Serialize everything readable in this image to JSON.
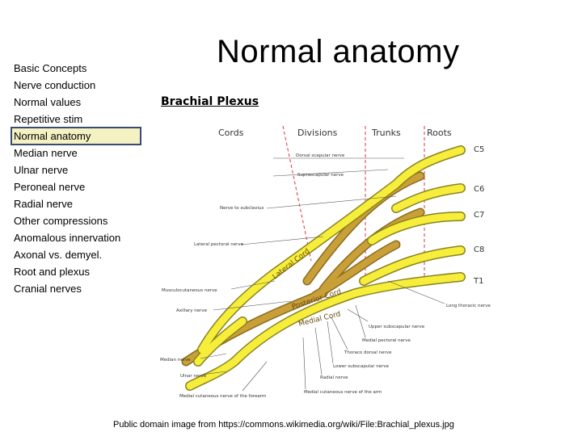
{
  "sidebar": {
    "items": [
      {
        "label": "Basic Concepts",
        "active": false
      },
      {
        "label": "Nerve conduction",
        "active": false
      },
      {
        "label": "Normal values",
        "active": false
      },
      {
        "label": "Repetitive stim",
        "active": false
      },
      {
        "label": "Normal anatomy",
        "active": true
      },
      {
        "label": "Median nerve",
        "active": false
      },
      {
        "label": "Ulnar nerve",
        "active": false
      },
      {
        "label": "Peroneal nerve",
        "active": false
      },
      {
        "label": "Radial nerve",
        "active": false
      },
      {
        "label": "Other compressions",
        "active": false
      },
      {
        "label": "Anomalous innervation",
        "active": false
      },
      {
        "label": "Axonal vs. demyel.",
        "active": false
      },
      {
        "label": "Root and plexus",
        "active": false
      },
      {
        "label": "Cranial nerves",
        "active": false
      }
    ],
    "highlight_color": "#f4f1c2",
    "highlight_border": "#3a4a78"
  },
  "page": {
    "title": "Normal anatomy",
    "subtitle": "Brachial Plexus",
    "credit": "Public domain image from https://commons.wikimedia.org/wiki/File:Brachial_plexus.jpg"
  },
  "diagram": {
    "headers": {
      "cords": "Cords",
      "divisions": "Divisions",
      "trunks": "Trunks",
      "roots": "Roots"
    },
    "roots": [
      "C5",
      "C6",
      "C7",
      "C8",
      "T1"
    ],
    "cord_labels": {
      "lateral": "Lateral Cord",
      "posterior": "Posterior Cord",
      "medial": "Medial Cord"
    },
    "left_labels": {
      "nerve_to_subclavius": "Nerve to subclavius",
      "lateral_pectoral": "Lateral pectoral nerve",
      "musculocutaneous": "Musculocutaneous nerve",
      "axillary": "Axillary nerve",
      "median": "Median nerve",
      "ulnar": "Ulnar nerve",
      "medial_cutaneous_forearm": "Medial cutaneous nerve of the forearm"
    },
    "top_labels": {
      "dorsal_scapular": "Dorsal scapular nerve",
      "suprascapular": "Suprascapular nerve"
    },
    "right_labels": {
      "long_thoracic": "Long thoracic nerve",
      "upper_subscapular": "Upper subscapular nerve",
      "medial_pectoral": "Medial pectoral nerve",
      "thoracodorsal": "Thoraco dorsal nerve",
      "lower_subscapular": "Lower subscapular nerve",
      "radial": "Radial nerve",
      "medial_cutaneous_arm": "Medial cutaneous nerve of the arm"
    },
    "colors": {
      "lateral": "#f6ee3a",
      "posterior": "#c9a038",
      "medial": "#f6ee3a",
      "outline": "#8a8320",
      "divider": "#e0303a"
    }
  }
}
